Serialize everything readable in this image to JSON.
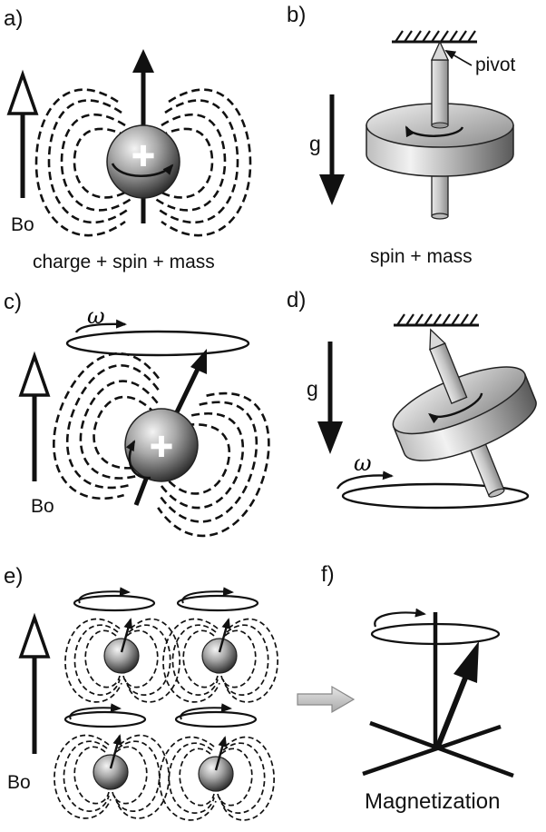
{
  "panels": {
    "a": {
      "label": "a)",
      "field": "Bo",
      "caption": "charge + spin + mass",
      "charge": "+"
    },
    "b": {
      "label": "b)",
      "gravity": "g",
      "pivot": "pivot",
      "caption": "spin + mass"
    },
    "c": {
      "label": "c)",
      "field": "Bo",
      "omega": "ω",
      "charge": "+"
    },
    "d": {
      "label": "d)",
      "gravity": "g",
      "omega": "ω"
    },
    "e": {
      "label": "e)",
      "field": "Bo"
    },
    "f": {
      "label": "f)",
      "caption": "Magnetization"
    }
  },
  "colors": {
    "ink": "#111111",
    "sphere_light": "#e6e6e6",
    "sphere_dark": "#3a3a3a",
    "disc_light": "#eeeeee",
    "disc_dark": "#6a6a6a",
    "arrow_gray": "#cccccc"
  }
}
